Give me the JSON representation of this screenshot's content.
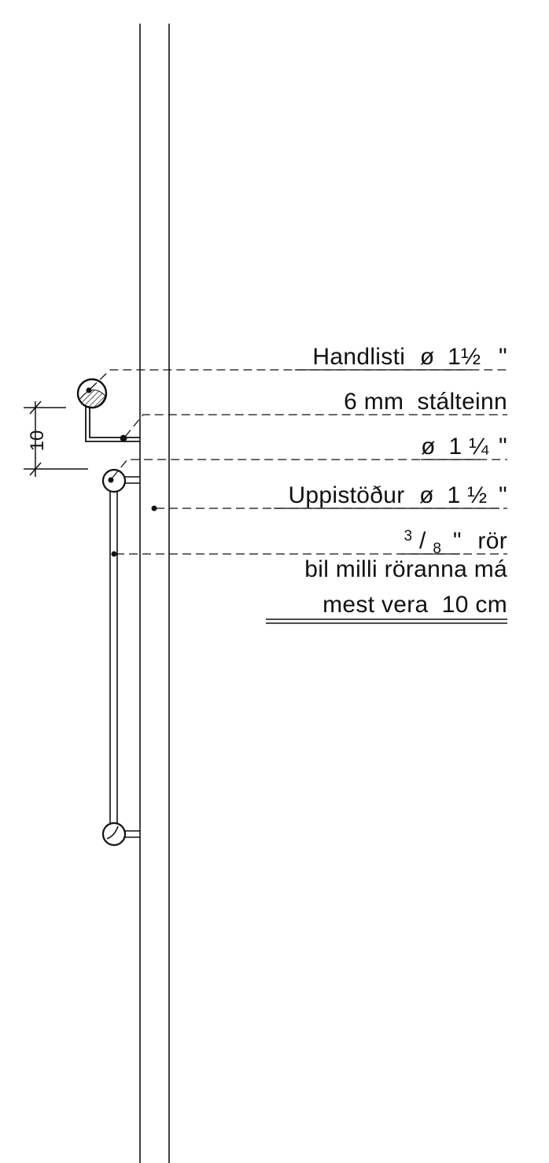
{
  "labels": {
    "handrail": {
      "name": "Handlisti",
      "dia": "ø",
      "size": "1½",
      "unit": "\""
    },
    "bar": {
      "text": "6 mm  stálteinn"
    },
    "tube": {
      "dia": "ø",
      "size": "1 ¼",
      "unit": "\""
    },
    "post": {
      "name": "Uppistöður",
      "dia": "ø",
      "size": "1 ½",
      "unit": "\""
    },
    "pipe": {
      "num": "3",
      "den": "8",
      "unit": "\"",
      "word": "rör"
    },
    "note": {
      "line1": "bil milli röranna má",
      "line2": "mest vera  10 cm"
    }
  },
  "dimension": {
    "value": "10"
  },
  "colors": {
    "ink": "#111111",
    "background": "#ffffff"
  }
}
